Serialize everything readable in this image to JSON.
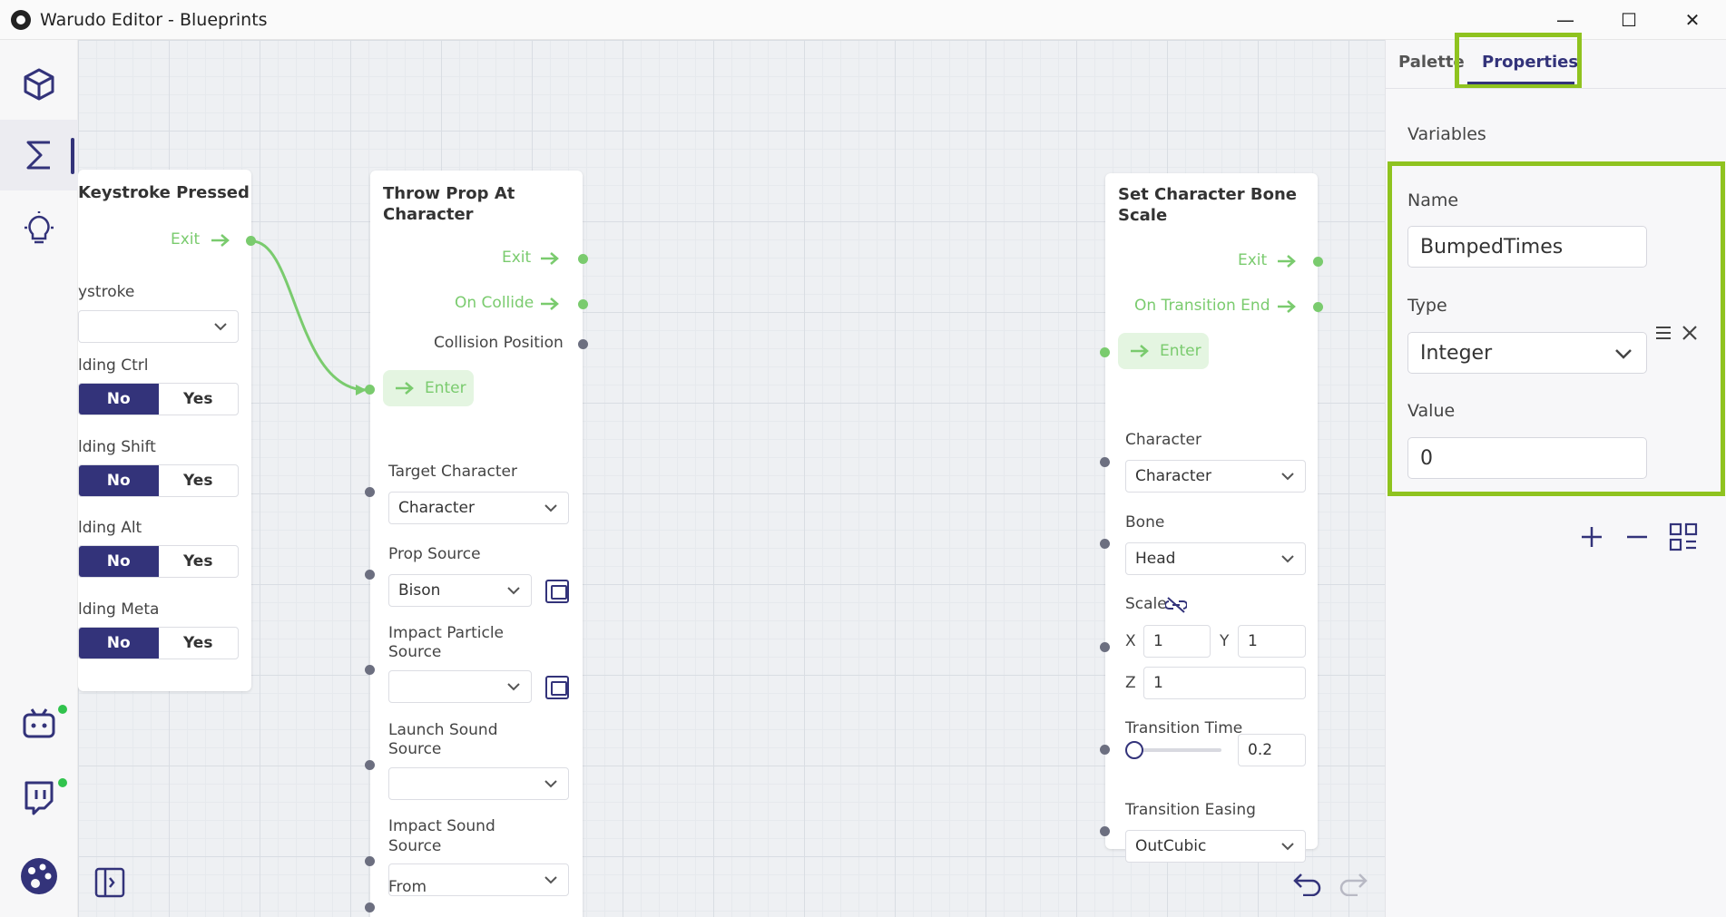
{
  "window": {
    "title": "Warudo Editor - Blueprints",
    "controls": {
      "minimize": "—",
      "maximize": "☐",
      "close": "✕"
    }
  },
  "rail": {
    "items": [
      {
        "name": "scene-icon"
      },
      {
        "name": "blueprint-icon"
      },
      {
        "name": "lightbulb-icon"
      },
      {
        "name": "bot-icon"
      },
      {
        "name": "twitch-icon"
      },
      {
        "name": "settings-palette-icon"
      }
    ]
  },
  "nodes": {
    "keystroke": {
      "title": "Keystroke Pressed",
      "exit": "Exit",
      "keystroke_label": "ystroke",
      "ctrl_label": "lding Ctrl",
      "shift_label": "lding Shift",
      "alt_label": "lding Alt",
      "meta_label": "lding Meta",
      "no": "No",
      "yes": "Yes"
    },
    "throw": {
      "title_line1": "Throw Prop At",
      "title_line2": "Character",
      "exit": "Exit",
      "on_collide": "On Collide",
      "collision_position": "Collision Position",
      "enter": "Enter",
      "target_character_label": "Target Character",
      "target_character_value": "Character",
      "prop_source_label": "Prop Source",
      "prop_source_value": "Bison",
      "impact_particle_line1": "Impact Particle",
      "impact_particle_line2": "Source",
      "launch_sound_line1": "Launch Sound",
      "launch_sound_line2": "Source",
      "impact_sound_line1": "Impact Sound",
      "impact_sound_line2": "Source",
      "from_label": "From"
    },
    "bone": {
      "title_line1": "Set Character Bone",
      "title_line2": "Scale",
      "exit": "Exit",
      "on_transition_end": "On Transition End",
      "enter": "Enter",
      "character_label": "Character",
      "character_value": "Character",
      "bone_label": "Bone",
      "bone_value": "Head",
      "scale_label": "Scale",
      "x_label": "X",
      "x_value": "1",
      "y_label": "Y",
      "y_value": "1",
      "z_label": "Z",
      "z_value": "1",
      "transition_time_label": "Transition Time",
      "transition_time_value": "0.2",
      "transition_easing_label": "Transition Easing",
      "transition_easing_value": "OutCubic"
    }
  },
  "panel": {
    "tabs": [
      "Palette",
      "Properties"
    ],
    "active_tab": "Properties",
    "section": "Variables",
    "name_label": "Name",
    "name_value": "BumpedTimes",
    "type_label": "Type",
    "type_value": "Integer",
    "value_label": "Value",
    "value_value": "0"
  },
  "colors": {
    "accent": "#33337a",
    "flow_green": "#7acb6e",
    "highlight": "#8fc31f"
  }
}
